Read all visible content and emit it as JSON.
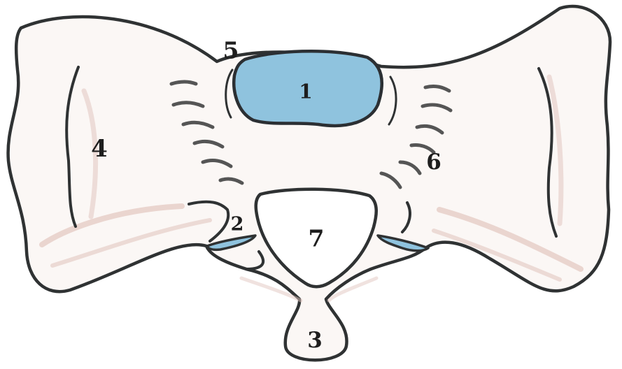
{
  "diagram": {
    "labels": [
      "1",
      "2",
      "3",
      "4",
      "5",
      "6",
      "7"
    ],
    "colors": {
      "bone_fill": "#fbf7f5",
      "bone_shade": "#e2c6bf",
      "outline": "#2f3233",
      "facet_fill": "#8fc3de",
      "facet_stroke": "#3a5d7a",
      "ridge": "#555555"
    }
  }
}
